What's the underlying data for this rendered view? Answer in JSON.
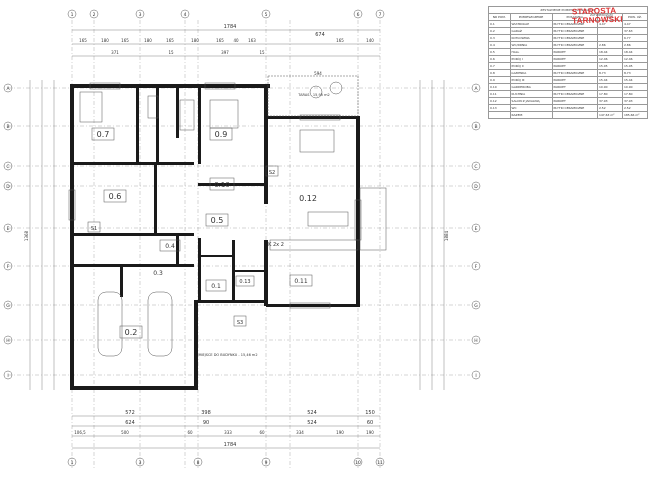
{
  "plan": {
    "rooms": [
      {
        "id": "0.7",
        "label": "0.7"
      },
      {
        "id": "0.6",
        "label": "0.6"
      },
      {
        "id": "0.9",
        "label": "0.9"
      },
      {
        "id": "0.10",
        "label": "0.10"
      },
      {
        "id": "0.12",
        "label": "0.12"
      },
      {
        "id": "0.5",
        "label": "0.5"
      },
      {
        "id": "0.4",
        "label": "0.4"
      },
      {
        "id": "0.3",
        "label": "0.3"
      },
      {
        "id": "0.1",
        "label": "0.1"
      },
      {
        "id": "0.11",
        "label": "0.11"
      },
      {
        "id": "0.13",
        "label": "0.13"
      },
      {
        "id": "0.2",
        "label": "0.2"
      }
    ],
    "stair_labels": [
      "S1",
      "S2",
      "S3"
    ],
    "axes_letters": [
      "A",
      "B",
      "C",
      "D",
      "E",
      "F",
      "G",
      "H",
      "I"
    ],
    "axes_numbers": [
      "1",
      "2",
      "3",
      "4",
      "5",
      "6",
      "7",
      "8",
      "9",
      "10",
      "11"
    ],
    "dims_top_total": "1784",
    "dims_top_partial": [
      "674"
    ],
    "dims_top_row2": [
      "165",
      "180",
      "165",
      "180",
      "165",
      "180",
      "165",
      "40",
      "163",
      "165",
      "140"
    ],
    "dims_top_row3": [
      "371",
      "15",
      "397",
      "15",
      "594"
    ],
    "dims_bottom_row1": [
      "572",
      "398",
      "524",
      "150"
    ],
    "dims_bottom_row2": [
      "624",
      "90",
      "524",
      "60"
    ],
    "dims_bottom_row3": [
      "106,5",
      "500",
      "60",
      "333",
      "60",
      "334",
      "190",
      "190"
    ],
    "dims_bottom_total": "1784",
    "dims_left_total": "1368",
    "dims_right_total": "1884",
    "note_garage": "MIEJSCE DO BUDYNKU - 15,46 m2",
    "note_terrace": "TARAS - 15,95 m2",
    "stair_note": "K 2x 2"
  },
  "legend": {
    "title": "ZESTAWIENIE POMIESZCZEŃ PARTER",
    "headers": [
      "NR POM.",
      "POMIESZCZENIE",
      "POSADZKA",
      "POW.",
      "POW. UŻ."
    ],
    "rows": [
      [
        "0.1",
        "WIATROŁAP",
        "PŁYTKI CERAMICZNE",
        "4.47",
        "4.47"
      ],
      [
        "0.2",
        "GARAŻ",
        "PŁYTKI CERAMICZNE",
        "",
        "37.63"
      ],
      [
        "0.3",
        "KOTŁOWNIA",
        "PŁYTKI CERAMICZNE",
        "",
        "6.77"
      ],
      [
        "0.4",
        "WC/DRNIA",
        "PŁYTKI CERAMICZNE",
        "2.86",
        "2.86"
      ],
      [
        "0.5",
        "HALL",
        "PARKIET",
        "18.44",
        "18.44"
      ],
      [
        "0.6",
        "POKÓJ I",
        "PARKIET",
        "12.46",
        "12.46"
      ],
      [
        "0.7",
        "POKÓJ II",
        "PARKIET",
        "15.05",
        "15.05"
      ],
      [
        "0.8",
        "ŁAZIENKA",
        "PŁYTKI CERAMICZNE",
        "8.73",
        "8.73"
      ],
      [
        "0.9",
        "POKÓJ III",
        "PARKIET",
        "15.44",
        "15.44"
      ],
      [
        "0.10",
        "GARDEROBA",
        "PARKIET",
        "10.90",
        "10.90"
      ],
      [
        "0.11",
        "KUCHNIA",
        "PŁYTKI CERAMICZNE",
        "17.80",
        "17.80"
      ],
      [
        "0.12",
        "SALON Z JADALNIĄ",
        "PARKIET",
        "37.93",
        "37.93"
      ],
      [
        "0.13",
        "WC",
        "PŁYTKI CERAMICZNE",
        "2.52",
        "2.52"
      ]
    ],
    "total_label": "RAZEM:",
    "total_area": "147,63 m²",
    "total_usable": "185,66 m²"
  },
  "stamp": {
    "text": "STAROSTA TARNOWSKI",
    "subtext": "ZATWIERDZAM"
  }
}
